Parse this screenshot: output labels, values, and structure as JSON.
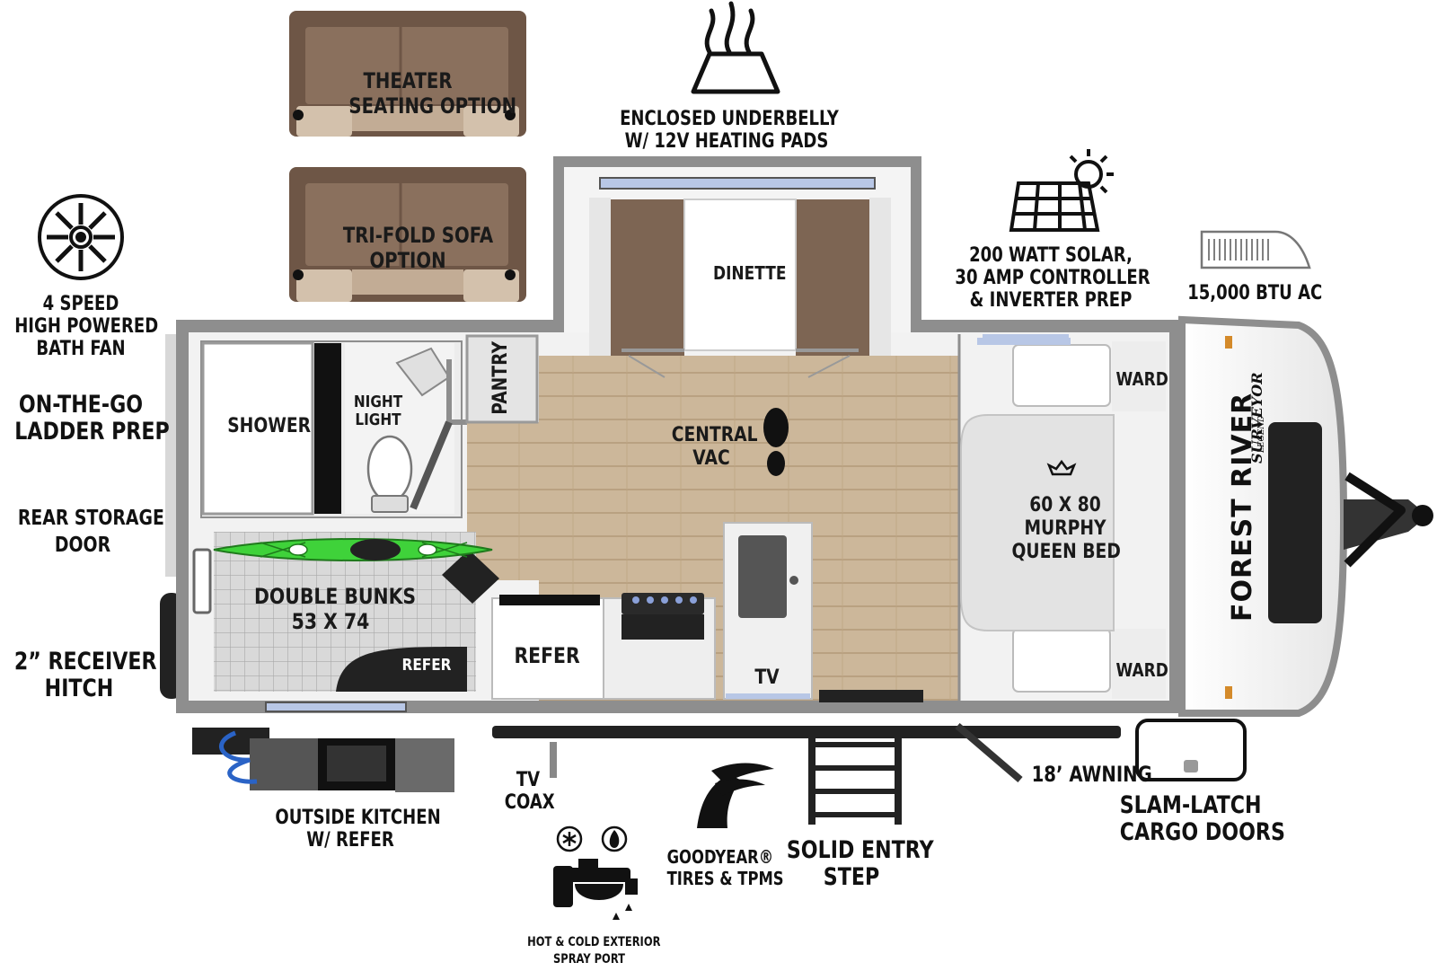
{
  "labels": {
    "theater_seating": "THEATER\nSEATING OPTION",
    "trifold_sofa": "TRI-FOLD SOFA\nOPTION",
    "underbelly": "ENCLOSED UNDERBELLY\nW/ 12V HEATING PADS",
    "solar": "200 WATT SOLAR,\n30 AMP CONTROLLER\n& INVERTER PREP",
    "ac": "15,000 BTU AC",
    "bath_fan": "4 SPEED\nHIGH POWERED\nBATH FAN",
    "ladder": "ON-THE-GO\nLADDER PREP",
    "rear_storage": "REAR STORAGE\nDOOR",
    "receiver": "2” RECEIVER\nHITCH",
    "outside_kitchen": "OUTSIDE KITCHEN\nW/ REFER",
    "tv_coax": "TV\nCOAX",
    "spray_port": "HOT & COLD EXTERIOR\nSPRAY PORT",
    "tires": "GOODYEAR®\nTIRES & TPMS",
    "entry_step": "SOLID ENTRY\nSTEP",
    "awning": "18’ AWNING",
    "cargo_doors": "SLAM-LATCH\nCARGO DOORS"
  },
  "rooms": {
    "dinette": "DINETTE",
    "shower": "SHOWER",
    "night_light": "NIGHT\nLIGHT",
    "pantry": "PANTRY",
    "central_vac": "CENTRAL\nVAC",
    "bed": "60 X 80\nMURPHY\nQUEEN BED",
    "ward_top": "WARD",
    "ward_bottom": "WARD",
    "bunks": "DOUBLE BUNKS\n53 X 74",
    "bunk_refer": "REFER",
    "kitchen_refer": "REFER",
    "tv": "TV"
  },
  "brand": {
    "name": "FOREST RIVER",
    "model": "SURVEYOR",
    "edition": "LEGEND"
  },
  "colors": {
    "wall": "#8e8e8e",
    "floor": "#ccb79a",
    "floor_line": "#b9a181",
    "seat_brown": "#7d6553",
    "kayak": "#3fd23a",
    "window_blue": "#b8c7e6"
  },
  "icons": [
    "steam-icon",
    "solar-panel-icon",
    "air-conditioner-icon",
    "fan-icon",
    "kayak-icon",
    "boot-print-icon",
    "crown-icon",
    "winged-foot-icon",
    "faucet-icon",
    "snowflake-icon",
    "flame-icon",
    "water-hose-icon"
  ]
}
